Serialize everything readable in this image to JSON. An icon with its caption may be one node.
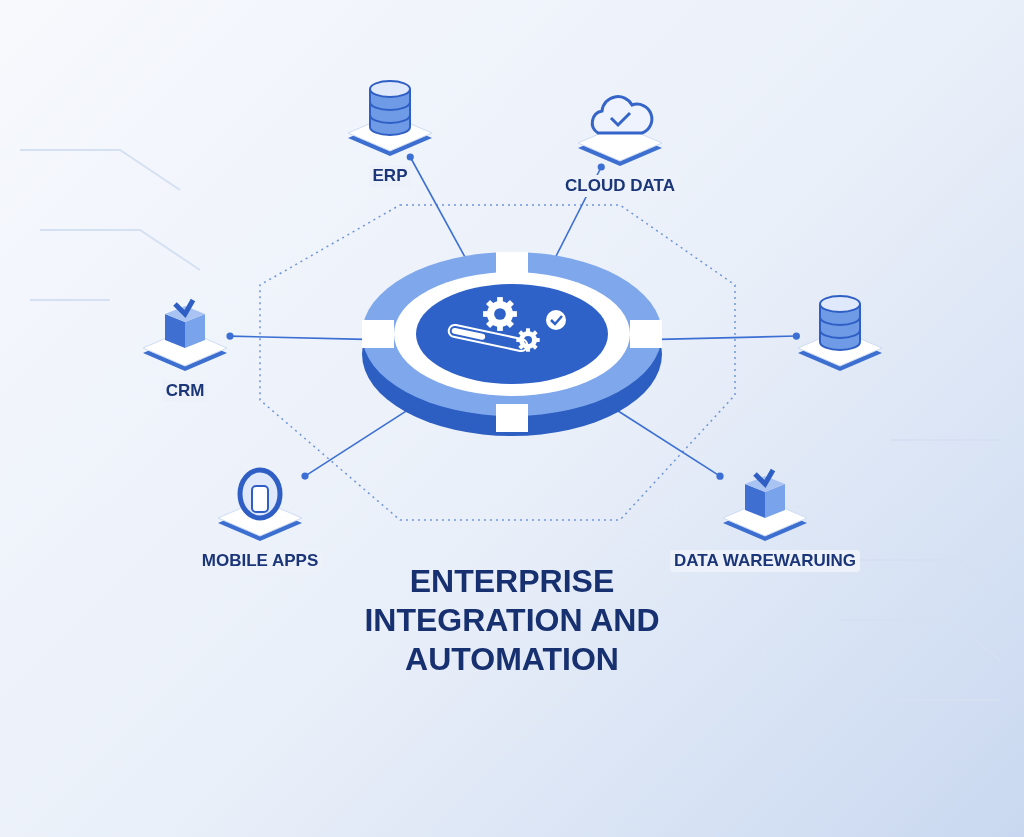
{
  "diagram": {
    "title": "ENTERPRISE INTEGRATION AND AUTOMATION",
    "nodes": [
      {
        "text": [],
        "shape": "picture"
      },
      {
        "text": [
          "ERP"
        ]
      },
      {
        "text": [
          "CLOUD DATA"
        ]
      },
      {
        "text": [
          "CRM"
        ]
      },
      {
        "text": [],
        "shape": "picture"
      },
      {
        "text": [
          "MOBILE APPS"
        ]
      },
      {
        "text": [
          "DATA WAREWARUING"
        ]
      }
    ],
    "edges": [
      {
        "from": 0,
        "to": 1,
        "arrow": "other"
      },
      {
        "from": 0,
        "to": 2,
        "arrow": "other"
      },
      {
        "from": 0,
        "to": 3,
        "arrow": "other"
      },
      {
        "from": 0,
        "to": 4,
        "arrow": "other"
      },
      {
        "from": 0,
        "to": 5,
        "arrow": "other"
      },
      {
        "from": 0,
        "to": 6,
        "arrow": "other"
      }
    ]
  }
}
